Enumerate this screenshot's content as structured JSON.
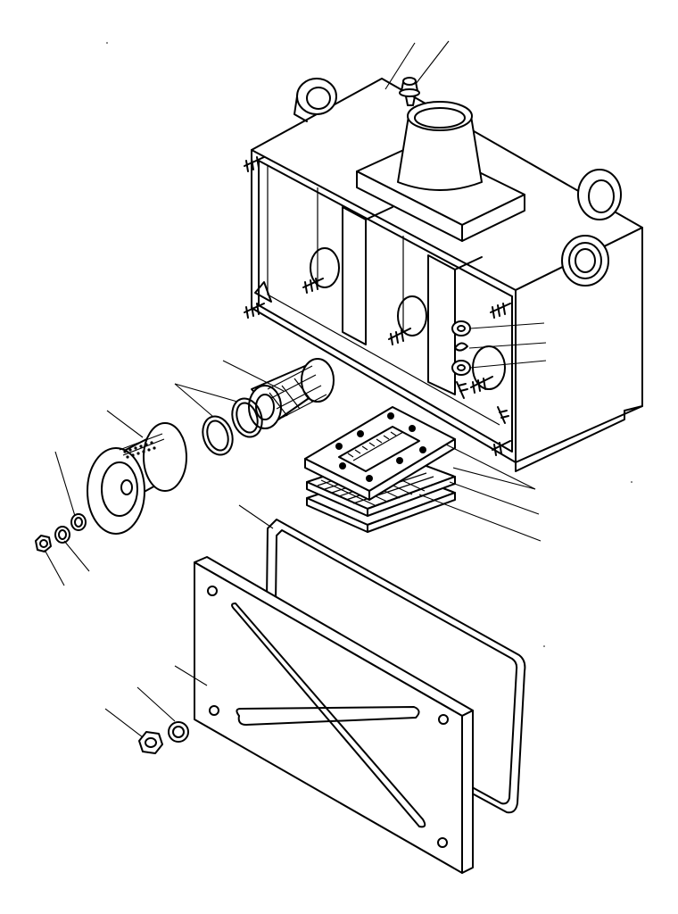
{
  "diagram": {
    "kind": "exploded-parts-view",
    "colors": {
      "ink": "#000000",
      "paper": "#ffffff"
    },
    "parts": [
      "filter-housing",
      "outlet-nozzle",
      "grease-fitting",
      "inlet-ports",
      "filter-cartridge",
      "o-ring-pair",
      "filter-cup",
      "spacer-washer",
      "lock-nut",
      "mesh-screen-stack",
      "housing-gasket",
      "cover-plate",
      "cover-washer",
      "cover-nut",
      "plug-set"
    ],
    "callout_labels": []
  }
}
